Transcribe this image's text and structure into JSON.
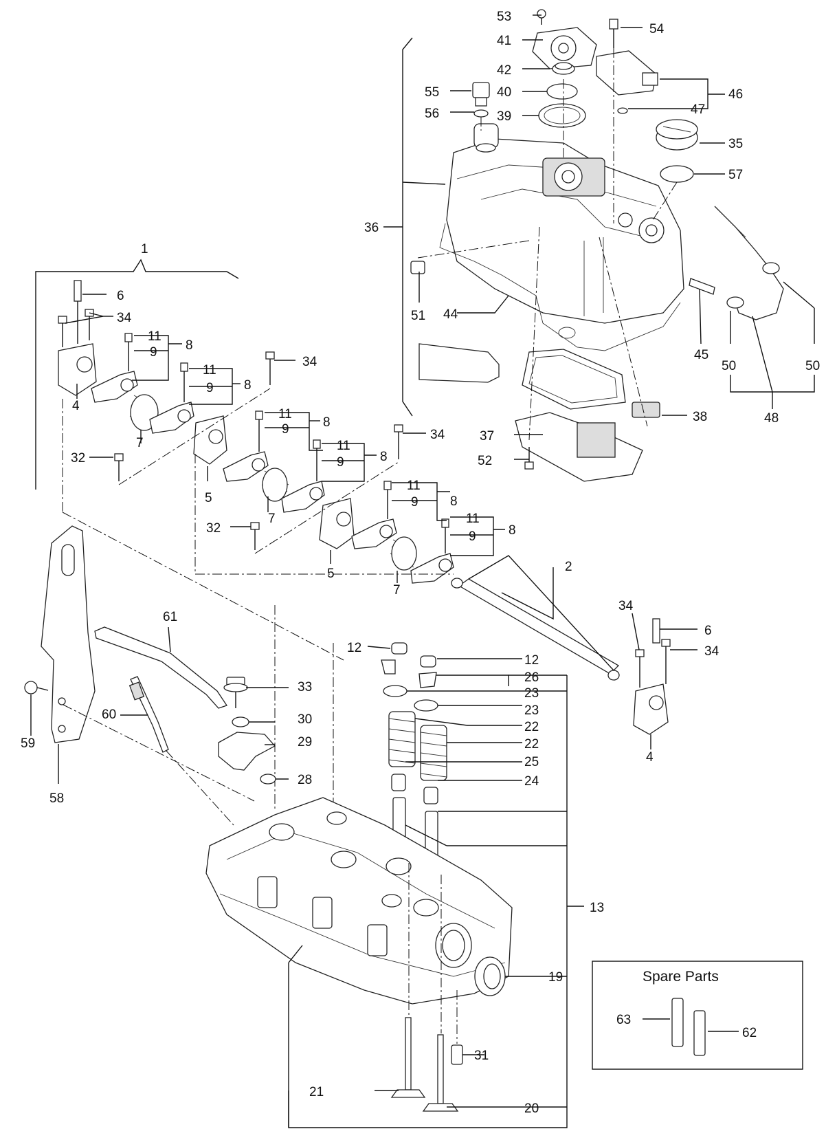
{
  "labels": {
    "l1": "1",
    "l2": "2",
    "l4a": "4",
    "l4b": "4",
    "l5a": "5",
    "l5b": "5",
    "l6a": "6",
    "l6b": "6",
    "l7a": "7",
    "l7b": "7",
    "l7c": "7",
    "l8a": "8",
    "l8b": "8",
    "l8c": "8",
    "l8d": "8",
    "l8e": "8",
    "l8f": "8",
    "l9a": "9",
    "l9b": "9",
    "l9c": "9",
    "l9d": "9",
    "l9e": "9",
    "l9f": "9",
    "l11a": "11",
    "l11b": "11",
    "l11c": "11",
    "l11d": "11",
    "l11e": "11",
    "l11f": "11",
    "l12a": "12",
    "l12b": "12",
    "l13": "13",
    "l19": "19",
    "l20": "20",
    "l21": "21",
    "l22a": "22",
    "l22b": "22",
    "l23a": "23",
    "l23b": "23",
    "l24": "24",
    "l25": "25",
    "l26": "26",
    "l28": "28",
    "l29": "29",
    "l30": "30",
    "l31": "31",
    "l32a": "32",
    "l32b": "32",
    "l33": "33",
    "l34a": "34",
    "l34b": "34",
    "l34c": "34",
    "l34d": "34",
    "l34e": "34",
    "l35": "35",
    "l36": "36",
    "l37": "37",
    "l38": "38",
    "l39": "39",
    "l40": "40",
    "l41": "41",
    "l42": "42",
    "l44": "44",
    "l45": "45",
    "l46": "46",
    "l47": "47",
    "l48": "48",
    "l50a": "50",
    "l50b": "50",
    "l51": "51",
    "l52": "52",
    "l53": "53",
    "l54": "54",
    "l55": "55",
    "l56": "56",
    "l57": "57",
    "l58": "58",
    "l59": "59",
    "l60": "60",
    "l61": "61",
    "l62": "62",
    "l63": "63"
  },
  "spare_parts": {
    "title": "Spare  Parts"
  }
}
